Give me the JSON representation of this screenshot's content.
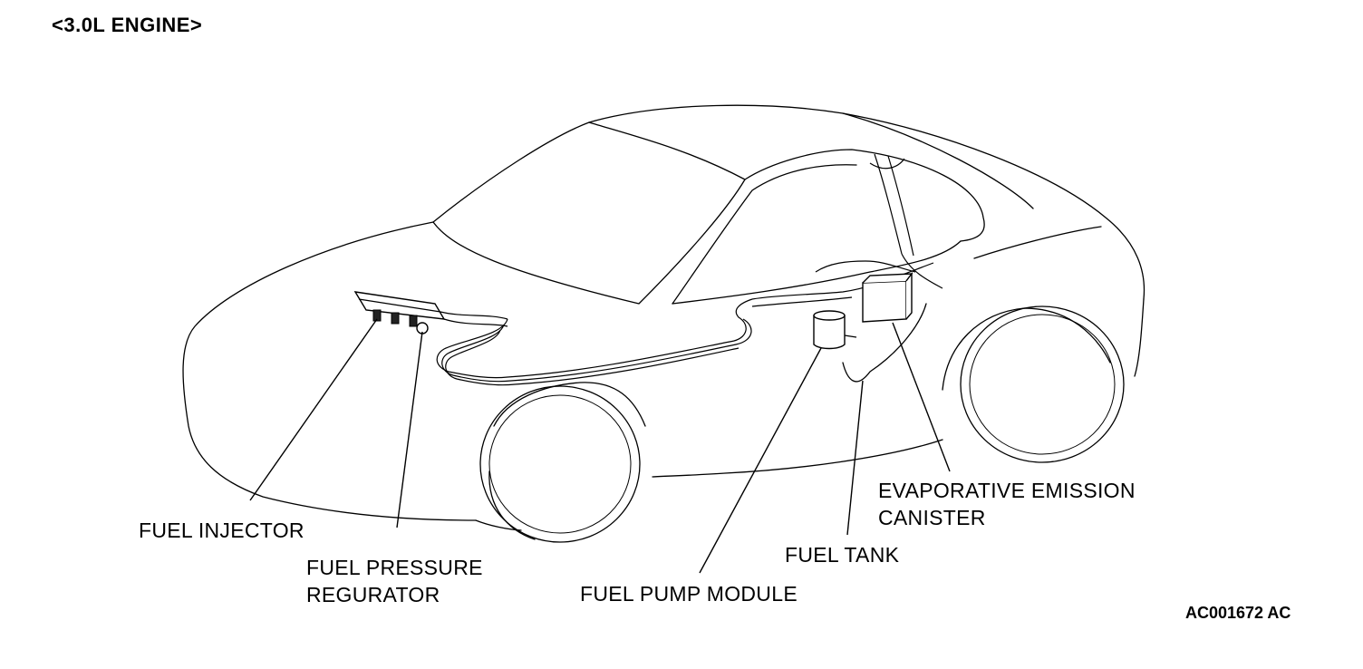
{
  "heading": "<3.0L ENGINE>",
  "figure_code": "AC001672 AC",
  "labels": {
    "fuel_injector": "FUEL INJECTOR",
    "fuel_pressure_regurator_line1": "FUEL PRESSURE",
    "fuel_pressure_regurator_line2": "REGURATOR",
    "fuel_pump_module": "FUEL PUMP MODULE",
    "fuel_tank": "FUEL TANK",
    "evap_canister_line1": "EVAPORATIVE EMISSION",
    "evap_canister_line2": "CANISTER"
  }
}
